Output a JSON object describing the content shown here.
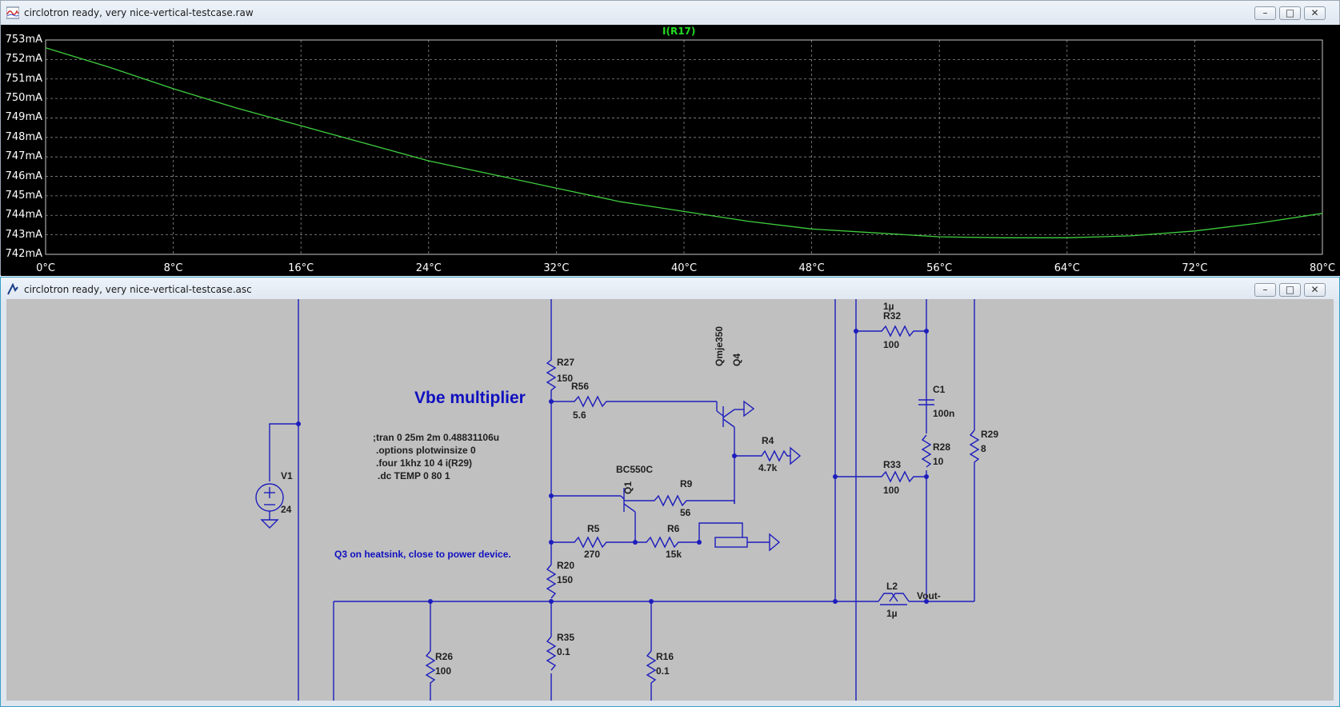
{
  "waveform_window": {
    "title": "circlotron ready, very nice-vertical-testcase.raw",
    "icon": "waveform-icon",
    "buttons": {
      "minimize": "–",
      "maximize": "□",
      "close": "✕"
    }
  },
  "schematic_window": {
    "title": "circlotron ready, very nice-vertical-testcase.asc",
    "icon": "ltspice-icon",
    "buttons": {
      "minimize": "–",
      "maximize": "□",
      "close": "✕"
    }
  },
  "chart_data": {
    "type": "line",
    "title": "I(R17)",
    "x_tick_labels": [
      "0°C",
      "8°C",
      "16°C",
      "24°C",
      "32°C",
      "40°C",
      "48°C",
      "56°C",
      "64°C",
      "72°C",
      "80°C"
    ],
    "y_tick_labels": [
      "753mA",
      "752mA",
      "751mA",
      "750mA",
      "749mA",
      "748mA",
      "747mA",
      "746mA",
      "745mA",
      "744mA",
      "743mA",
      "742mA"
    ],
    "xlim": [
      0,
      80
    ],
    "ylim": [
      742,
      753
    ],
    "grid": true,
    "series": [
      {
        "name": "I(R17)",
        "color": "#3fcf3f",
        "x": [
          0,
          4,
          8,
          12,
          16,
          20,
          24,
          28,
          32,
          36,
          40,
          44,
          48,
          52,
          56,
          60,
          64,
          68,
          72,
          76,
          80
        ],
        "y": [
          752.6,
          751.6,
          750.5,
          749.5,
          748.6,
          747.7,
          746.8,
          746.1,
          745.4,
          744.7,
          744.2,
          743.7,
          743.3,
          743.1,
          742.9,
          742.85,
          742.85,
          742.95,
          743.2,
          743.6,
          744.1
        ]
      }
    ]
  },
  "schematic": {
    "heading": "Vbe multiplier",
    "directives": [
      ";tran 0 25m 2m 0.48831106u",
      ".options plotwinsize 0",
      ".four 1khz 10 4 i(R29)",
      ".dc TEMP 0 80 1"
    ],
    "note": "Q3 on heatsink, close to power device.",
    "components": {
      "R27": "R27",
      "R27v": "150",
      "R56": "R56",
      "R56v": "5.6",
      "Q4": "Q4",
      "Q4v": "Qmje350",
      "R4": "R4",
      "R4v": "4.7k",
      "Q1": "Q1",
      "Q1v": "BC550C",
      "R9": "R9",
      "R9v": "56",
      "R5": "R5",
      "R5v": "270",
      "R6": "R6",
      "R6v": "15k",
      "R20": "R20",
      "R20v": "150",
      "R35": "R35",
      "R35v": "0.1",
      "R16": "R16",
      "R16v": "0.1",
      "R26": "R26",
      "R26v": "100",
      "V1": "V1",
      "V1v": "24",
      "R32": "R32",
      "R32v": "100",
      "R32top": "1µ",
      "C1": "C1",
      "C1v": "100n",
      "R28": "R28",
      "R28v": "10",
      "R29": "R29",
      "R29v": "8",
      "R33": "R33",
      "R33v": "100",
      "L2": "L2",
      "L2v": "1µ",
      "vout": "Vout-"
    }
  }
}
